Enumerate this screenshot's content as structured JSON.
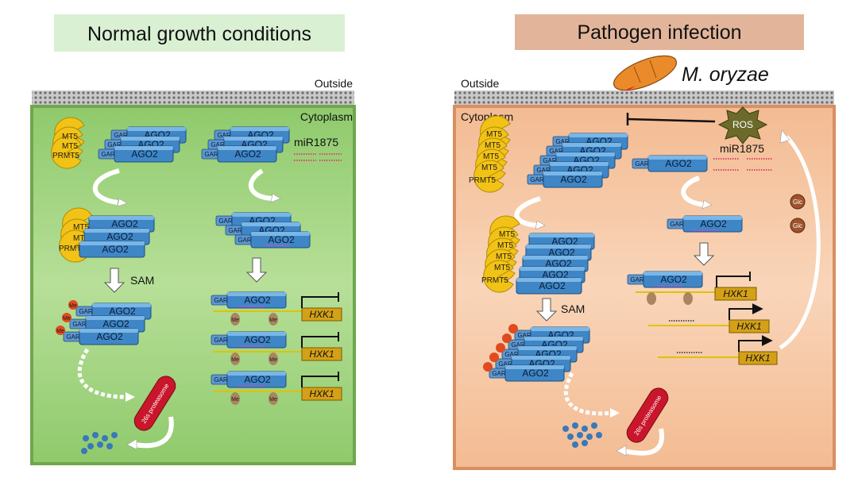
{
  "left_panel": {
    "title": "Normal growth conditions",
    "outside_label": "Outside",
    "cytoplasm_label": "Cytoplasm",
    "mirna_label": "miR1875",
    "sam_label": "SAM",
    "proteasome_label": "26s proteasome",
    "gene_label": "HXK1",
    "ago_label": "AGO2",
    "gar_label": "GAR",
    "prmt_label": "PRMT5",
    "me_label": "Me"
  },
  "right_panel": {
    "title": "Pathogen infection",
    "pathogen_label": "M. oryzae",
    "outside_label": "Outside",
    "cytoplasm_label": "Cytoplasm",
    "ros_label": "ROS",
    "glc_label": "Glc",
    "mirna_label": "miR1875",
    "sam_label": "SAM",
    "proteasome_label": "26s proteasome",
    "gene_label": "HXK1"
  },
  "colors": {
    "left_title_bg": "#d9f0d3",
    "right_title_bg": "#e2b59a",
    "left_cell": "#9fd27e",
    "right_cell": "#f6c7a2",
    "ago_block": "#3f86c6",
    "prmt5": "#f2c316",
    "gene_box": "#d4a017",
    "proteasome": "#c9162b",
    "pathogen": "#ea8a2a"
  }
}
